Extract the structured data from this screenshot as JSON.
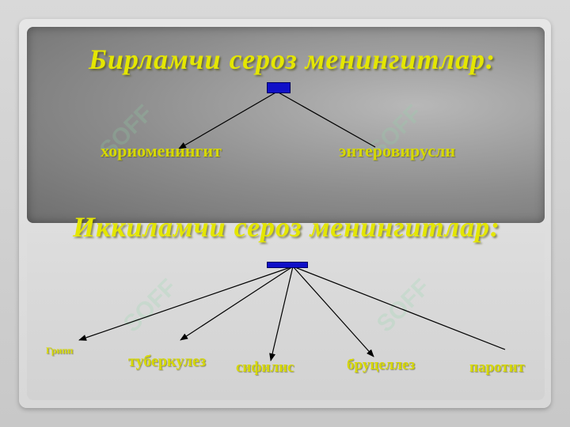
{
  "watermark": "SOFF",
  "diagrams": [
    {
      "title": "Бирламчи сероз менингитлар:",
      "nodes": [
        {
          "id": "khorio",
          "label": "хориоменингит"
        },
        {
          "id": "entero",
          "label": "энтеровируслн"
        }
      ]
    },
    {
      "title": "Иккиламчи сероз менингитлар:",
      "nodes": [
        {
          "id": "gripp",
          "label": "Грипп"
        },
        {
          "id": "tuberkulyoz",
          "label": "туберкулез"
        },
        {
          "id": "sifilis",
          "label": "сифилис"
        },
        {
          "id": "brutsellez",
          "label": "бруцеллез"
        },
        {
          "id": "parotit",
          "label": "паротит"
        }
      ]
    }
  ],
  "colors": {
    "title": "#e4e600",
    "label": "#d6d800",
    "hub": "#1010c8",
    "arrow": "#000000"
  }
}
